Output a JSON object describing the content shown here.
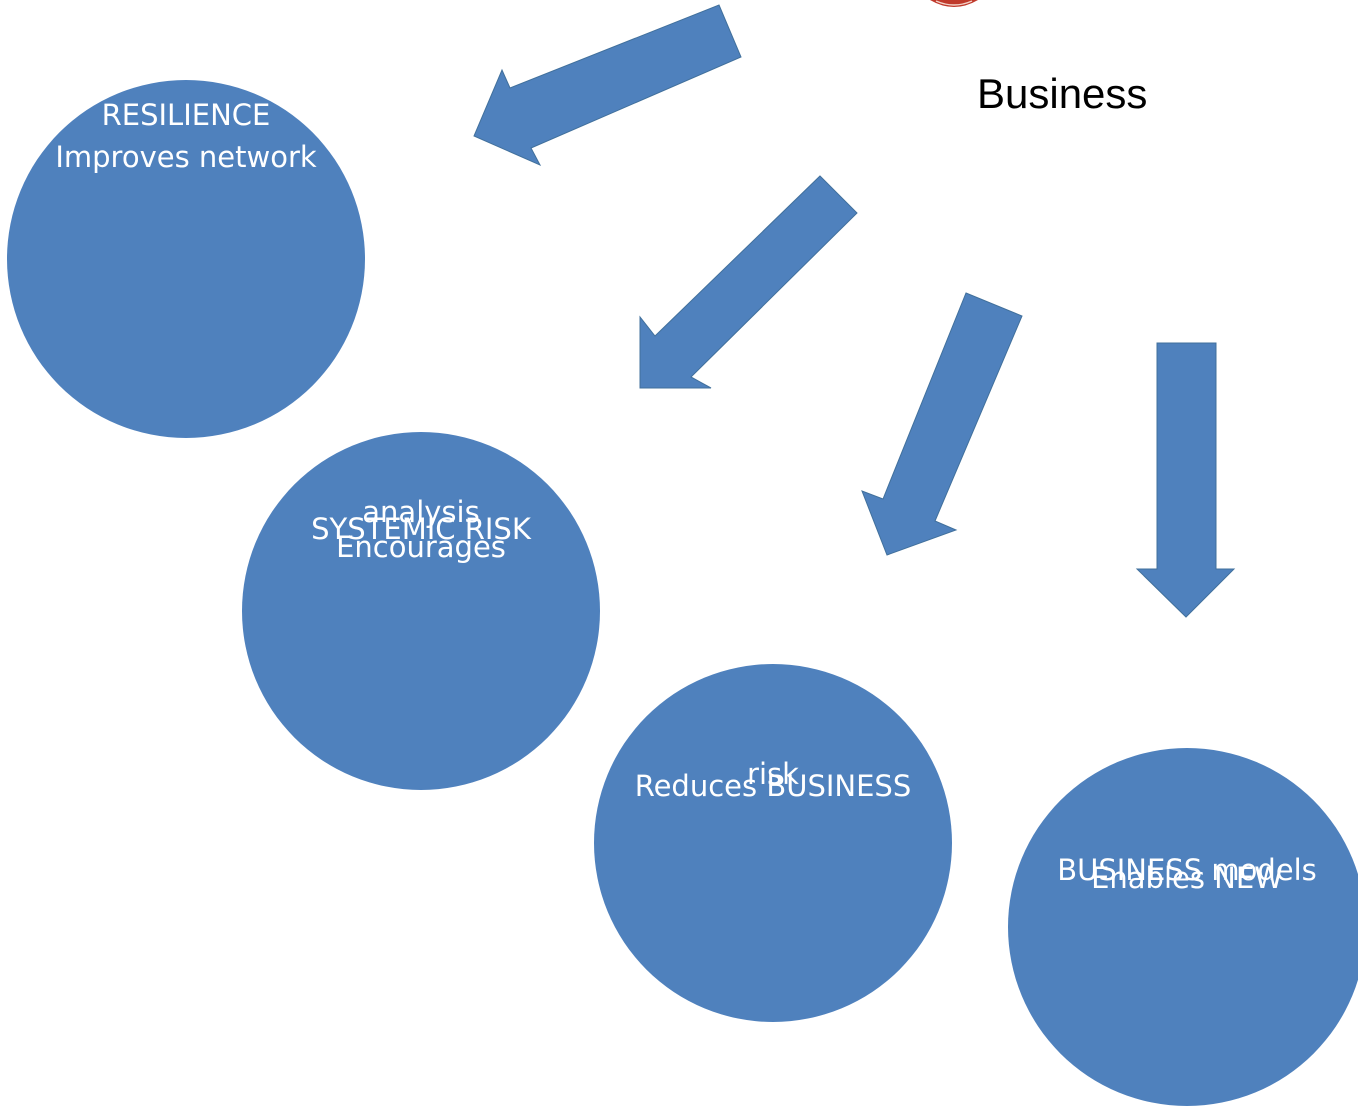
{
  "colors": {
    "shape_fill": "#4f81bd",
    "shape_stroke": "#41709c",
    "text_on_shape": "#ffffff",
    "label_text": "#000000",
    "logo_fill": "#c0392b"
  },
  "header": {
    "label": "Business"
  },
  "circles": [
    {
      "line1": "Improves network",
      "line2": "RESILIENCE",
      "line3": ""
    },
    {
      "line1": "Encourages",
      "line2": "SYSTEMIC RISK",
      "line3": "analysis"
    },
    {
      "line1": "Reduces BUSINESS",
      "line2": "risk",
      "line3": ""
    },
    {
      "line1": "Enables NEW",
      "line2": "BUSINESS models",
      "line3": ""
    }
  ],
  "arrows": [
    {
      "name": "arrow-to-resilience"
    },
    {
      "name": "arrow-to-systemic-risk"
    },
    {
      "name": "arrow-to-business-risk"
    },
    {
      "name": "arrow-to-new-models"
    }
  ],
  "logo": {
    "icon": "logo-fragment-icon"
  }
}
